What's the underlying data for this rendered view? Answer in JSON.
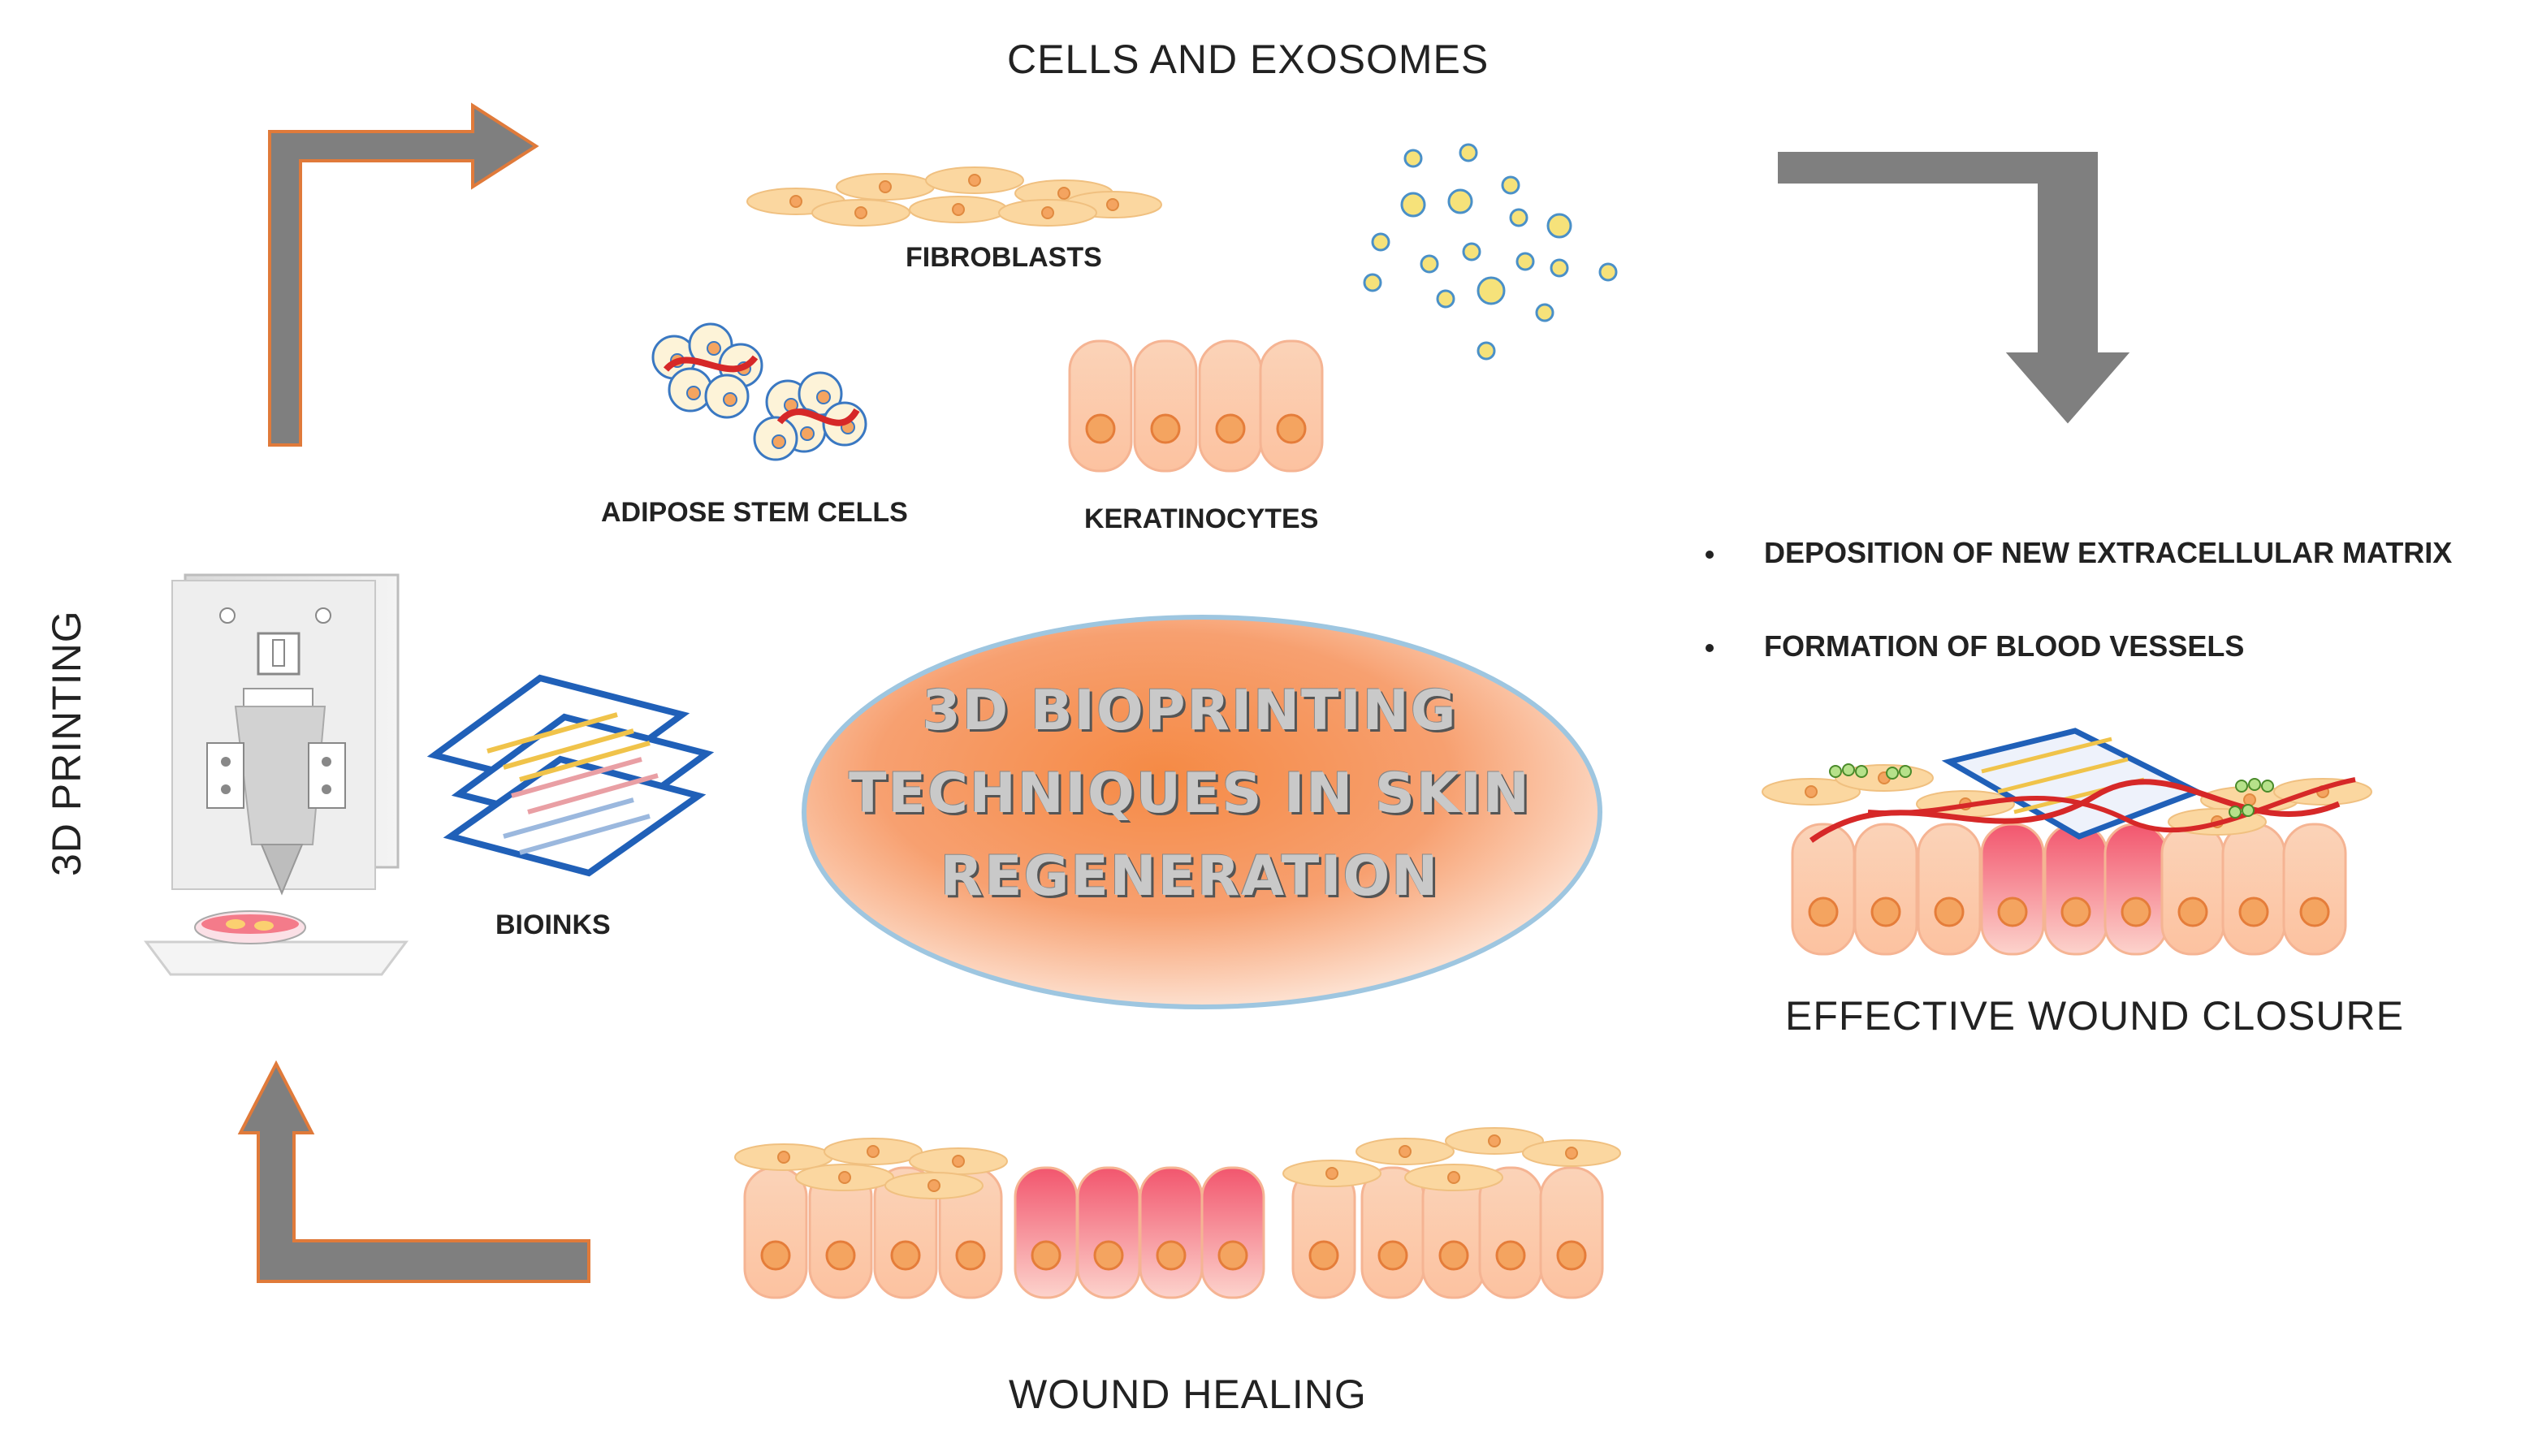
{
  "diagram": {
    "top_title": "CELLS AND EXOSOMES",
    "cells": {
      "fibroblasts": "FIBROBLASTS",
      "adipose": "ADIPOSE STEM CELLS",
      "keratinocytes": "KERATINOCYTES"
    },
    "left_label": "3D PRINTING",
    "bioinks": "BIOINKS",
    "center_title": "3D BIOPRINTING TECHNIQUES IN SKIN REGENERATION",
    "bullets": [
      "DEPOSITION OF NEW EXTRACELLULAR MATRIX",
      "FORMATION OF BLOOD VESSELS"
    ],
    "right_label": "EFFECTIVE WOUND CLOSURE",
    "bottom_label": "WOUND HEALING"
  },
  "colors": {
    "arrow_fill": "#7f7f7f",
    "arrow_outline": "#e07a3a",
    "cell_fill": "#fbcfa6",
    "nucleus": "#f4a460",
    "exosome": "#f6e27a",
    "exosome_stroke": "#4a90c8",
    "wound": "#f0607a",
    "scaffold_blue": "#2060b8"
  },
  "icons": [
    "right-turn-arrow",
    "down-turn-arrow",
    "up-turn-arrow",
    "bioprinter-icon",
    "bioink-layers-icon"
  ]
}
